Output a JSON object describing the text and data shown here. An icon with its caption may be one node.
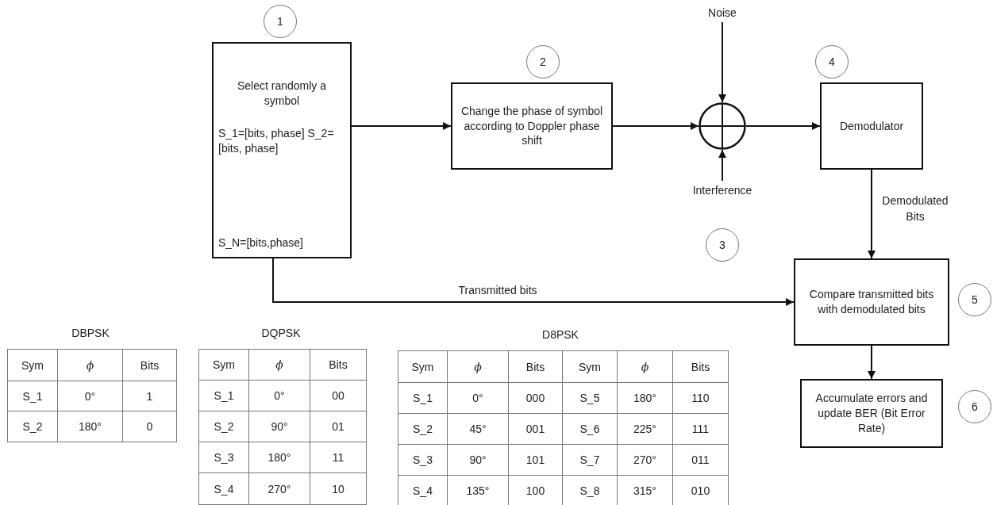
{
  "diagram": {
    "nodes": [
      {
        "text": [
          "1"
        ]
      },
      {
        "text": [
          "Select randomly a symbol",
          "S_1=[bits, phase] S_2=[bits, phase]",
          "S_N=[bits,phase]"
        ]
      },
      {
        "text": [
          "2"
        ]
      },
      {
        "text": [
          "Change the phase of symbol according to Doppler phase shift"
        ]
      },
      {
        "text": [
          "Noise"
        ]
      },
      {
        "text": [],
        "shape": "circle"
      },
      {
        "text": [
          "Interference"
        ]
      },
      {
        "text": [
          "3"
        ]
      },
      {
        "text": [
          "4"
        ]
      },
      {
        "text": [
          "Demodulator"
        ]
      },
      {
        "text": [
          "Compare transmitted bits with demodulated bits"
        ]
      },
      {
        "text": [
          "5"
        ]
      },
      {
        "text": [
          "Accumulate errors and update BER (Bit Error Rate)"
        ]
      },
      {
        "text": [
          "6"
        ]
      }
    ],
    "edges": [
      {
        "from": 1,
        "to": 3,
        "arrow": "to"
      },
      {
        "from": 3,
        "to": 5,
        "arrow": "to"
      },
      {
        "from": 4,
        "to": 5,
        "arrow": "to"
      },
      {
        "from": 6,
        "to": 5,
        "arrow": "to"
      },
      {
        "from": 5,
        "to": 9,
        "arrow": "to"
      },
      {
        "from": 9,
        "to": 10,
        "arrow": "to",
        "label": "Demodulated Bits"
      },
      {
        "from": 1,
        "to": 10,
        "arrow": "to",
        "label": "Transmitted bits"
      },
      {
        "from": 10,
        "to": 12,
        "arrow": "to"
      }
    ],
    "labels": [
      "DBPSK",
      "Sym",
      "ϕ",
      "Bits",
      "S_1",
      "0°",
      "1",
      "S_2",
      "180°",
      "0",
      "DQPSK",
      "Sym",
      "ϕ",
      "Bits",
      "S_1",
      "0°",
      "00",
      "S_2",
      "90°",
      "01",
      "S_3",
      "180°",
      "11",
      "S_4",
      "270°",
      "10",
      "D8PSK",
      "Sym",
      "ϕ",
      "Bits",
      "Sym",
      "ϕ",
      "Bits",
      "S_1",
      "0°",
      "000",
      "S_5",
      "180°",
      "110",
      "S_2",
      "45°",
      "001",
      "S_6",
      "225°",
      "111",
      "S_3",
      "90°",
      "101",
      "S_7",
      "270°",
      "011",
      "S_4",
      "135°",
      "100",
      "S_8",
      "315°",
      "010"
    ]
  }
}
